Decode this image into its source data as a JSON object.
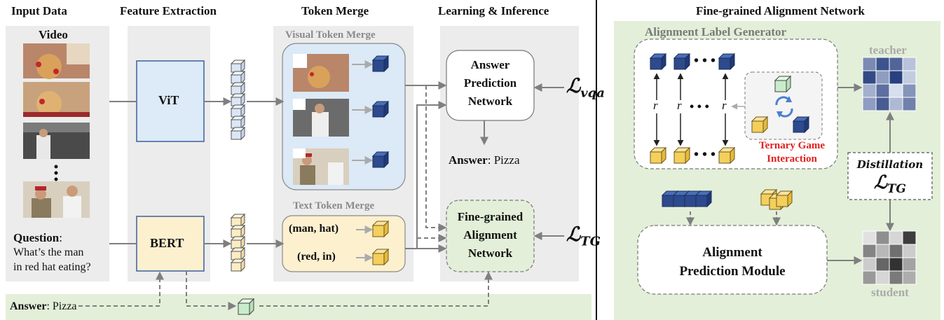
{
  "headers": {
    "input_data": "Input Data",
    "feature_extraction": "Feature Extraction",
    "token_merge": "Token Merge",
    "learning_inference": "Learning & Inference",
    "fine_grained_network": "Fine-grained Alignment Network"
  },
  "input": {
    "video_label": "Video",
    "question_label": "Question",
    "question_colon": ":",
    "question_line1": "What’s the man",
    "question_line2": "in red hat eating?",
    "answer_label": "Answer",
    "answer_value": ": Pizza"
  },
  "encoders": {
    "vit": "ViT",
    "bert": "BERT"
  },
  "token_merge": {
    "visual_title": "Visual Token Merge",
    "text_title": "Text Token Merge",
    "pair1": "(man, hat)",
    "pair2": "(red, in)"
  },
  "learning": {
    "answer_network_line1": "Answer",
    "answer_network_line2": "Prediction",
    "answer_network_line3": "Network",
    "answer_label": "Answer",
    "answer_value": ": Pizza",
    "fg_network_line1": "Fine-grained",
    "fg_network_line2": "Alignment",
    "fg_network_line3": "Network",
    "loss_vqa_main": "ℒ",
    "loss_vqa_sub": "vqa",
    "loss_tg_main": "ℒ",
    "loss_tg_sub": "TG"
  },
  "right_panel": {
    "generator_title": "Alignment Label Generator",
    "r": "r",
    "dots": "• • •",
    "ternary_line1": "Ternary Game",
    "ternary_line2": "Interaction",
    "teacher": "teacher",
    "student": "student",
    "distillation": "Distillation",
    "loss_main": "ℒ",
    "loss_sub": "TG",
    "prediction_line1": "Alignment",
    "prediction_line2": "Prediction Module"
  },
  "colors": {
    "panel_gray": "#ececec",
    "panel_green": "#e3efd8",
    "vit_blue": "#ddeaf7",
    "bert_yellow": "#fdf0cf",
    "visual_token": "#2c4a8c",
    "text_token": "#f4cf5c",
    "answer_token": "#c9edcb",
    "ternary_red": "#e02020"
  },
  "heatmaps": {
    "teacher": [
      [
        0.55,
        0.85,
        0.75,
        0.25
      ],
      [
        0.9,
        0.45,
        0.95,
        0.2
      ],
      [
        0.35,
        0.7,
        0.1,
        0.5
      ],
      [
        0.45,
        0.8,
        0.3,
        0.6
      ]
    ],
    "student": [
      [
        0.1,
        0.5,
        0.15,
        0.9
      ],
      [
        0.55,
        0.3,
        0.65,
        0.2
      ],
      [
        0.2,
        0.7,
        0.95,
        0.4
      ],
      [
        0.45,
        0.15,
        0.6,
        0.35
      ]
    ]
  }
}
